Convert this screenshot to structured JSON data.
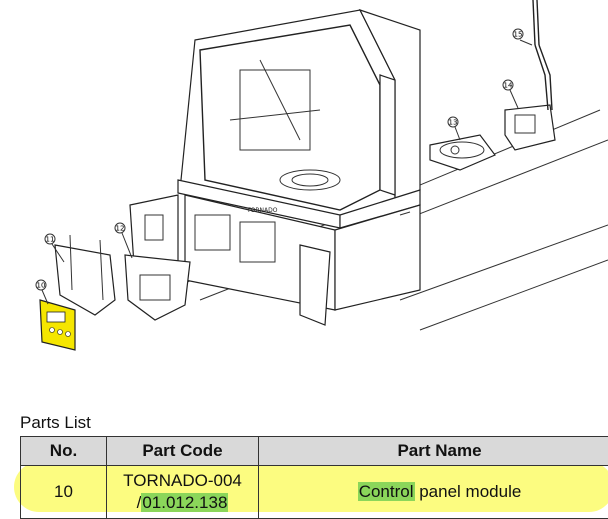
{
  "diagram": {
    "callouts": [
      "11",
      "12",
      "10",
      "13",
      "14",
      "15"
    ],
    "machine_label": "TORNADO"
  },
  "parts_list": {
    "title": "Parts List",
    "headers": {
      "no": "No.",
      "code": "Part Code",
      "name": "Part Name"
    },
    "row": {
      "no": "10",
      "code_line1": "TORNADO-004",
      "code_prefix": "/",
      "code_highlight": "01.012.138",
      "name_highlight": "Control",
      "name_rest": " panel module"
    },
    "highlight_color": "#fbfb6a",
    "text_highlight_color": "#8bd65a"
  }
}
